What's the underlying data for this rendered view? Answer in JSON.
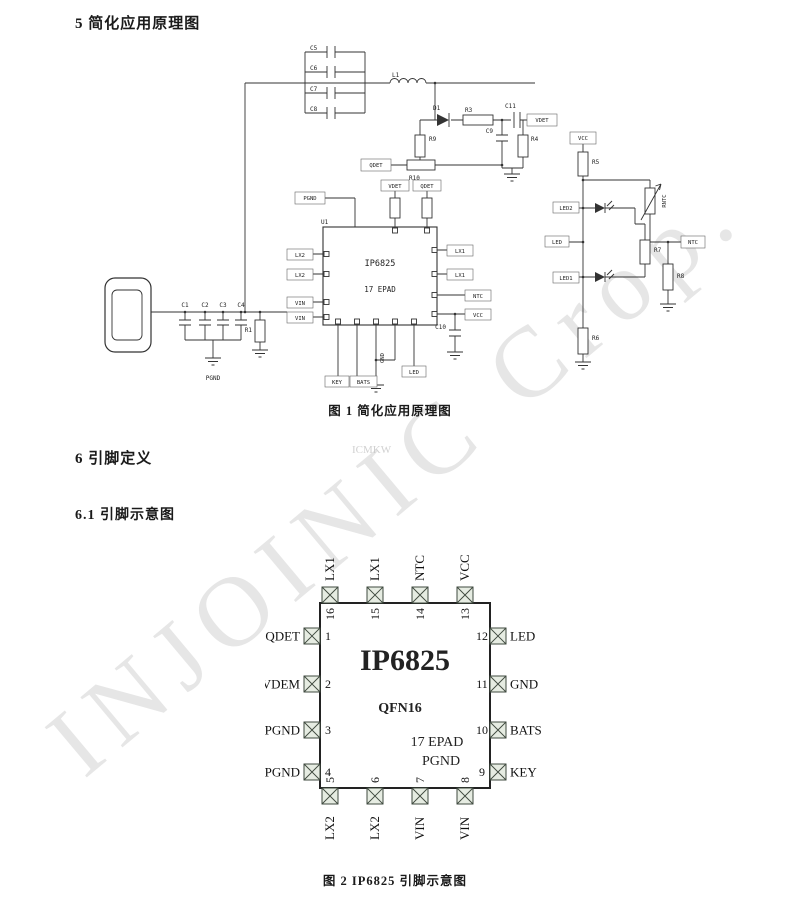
{
  "headings": {
    "section5": "5 简化应用原理图",
    "section6": "6 引脚定义",
    "section61": "6.1 引脚示意图"
  },
  "captions": {
    "figure1": "图 1  简化应用原理图",
    "figure2": "图 2  IP6825 引脚示意图"
  },
  "watermark": {
    "main": "INJOINIC Crop.",
    "small": "ICMKW"
  },
  "sch": {
    "u1": "U1",
    "ic": "IP6825",
    "epad": "17 EPAD",
    "c1": "C1",
    "c2": "C2",
    "c3": "C3",
    "c4": "C4",
    "c5": "C5",
    "c6": "C6",
    "c7": "C7",
    "c8": "C8",
    "c9": "C9",
    "c10": "C10",
    "c11": "C11",
    "r1": "R1",
    "r3": "R3",
    "r4": "R4",
    "r5": "R5",
    "r6": "R6",
    "r7": "R7",
    "r8": "R8",
    "r9": "R9",
    "r10": "R10",
    "l1": "L1",
    "d1": "D1",
    "rntc": "RNTC",
    "vdet": "VDET",
    "qdet": "QDET",
    "pgnd": "PGND",
    "vcc": "VCC",
    "ntc": "NTC",
    "lx1": "LX1",
    "lx2": "LX2",
    "vin": "VIN",
    "key": "KEY",
    "bats": "BATS",
    "gnd": "GND",
    "led": "LED",
    "led1": "LED1",
    "led2": "LED2"
  },
  "pin": {
    "chip": "IP6825",
    "pkg": "QFN16",
    "epad1": "17 EPAD",
    "epad2": "PGND",
    "left": [
      {
        "num": "1",
        "name": "QDET"
      },
      {
        "num": "2",
        "name": "VDEM"
      },
      {
        "num": "3",
        "name": "PGND"
      },
      {
        "num": "4",
        "name": "PGND"
      }
    ],
    "top": [
      {
        "num": "16",
        "name": "LX1"
      },
      {
        "num": "15",
        "name": "LX1"
      },
      {
        "num": "14",
        "name": "NTC"
      },
      {
        "num": "13",
        "name": "VCC"
      }
    ],
    "right": [
      {
        "num": "12",
        "name": "LED"
      },
      {
        "num": "11",
        "name": "GND"
      },
      {
        "num": "10",
        "name": "BATS"
      },
      {
        "num": "9",
        "name": "KEY"
      }
    ],
    "bottom": [
      {
        "num": "5",
        "name": "LX2"
      },
      {
        "num": "6",
        "name": "LX2"
      },
      {
        "num": "7",
        "name": "VIN"
      },
      {
        "num": "8",
        "name": "VIN"
      }
    ]
  }
}
